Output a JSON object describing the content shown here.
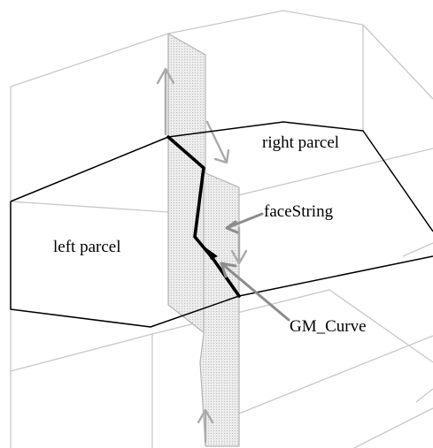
{
  "labels": {
    "right_parcel": "right parcel",
    "left_parcel": "left parcel",
    "face_string": "faceString",
    "gm_curve": "GM_Curve"
  },
  "colors": {
    "background": "#ffffff",
    "structure_line": "#c8c8c8",
    "surface_outline": "#b4b4b4",
    "surface_fill": "#e6e6e6",
    "surface_arrow": "#aaaaaa",
    "parcel_outline": "#000000",
    "curve": "#000000",
    "pointer_arrow": "#8c8c8c"
  }
}
